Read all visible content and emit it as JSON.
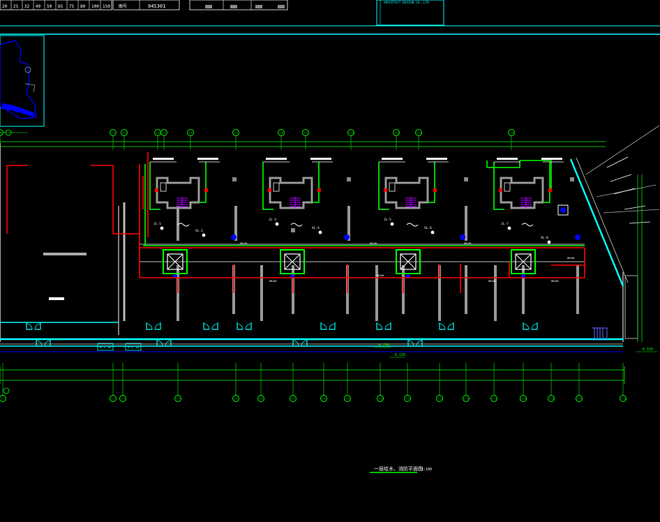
{
  "title_block": {
    "pipe_sizes": [
      "20",
      "25",
      "32",
      "40",
      "50",
      "65",
      "75",
      "80",
      "100",
      "150"
    ],
    "drawing_no_label": "图号",
    "drawing_no": "04S301",
    "firm": "ARCHITECT DESIGN CO.,LTD"
  },
  "axes": {
    "top": [
      "1-1",
      "1-2",
      "1-3",
      "1-4",
      "1-5",
      "1-6",
      "1-7",
      "1-8",
      "1-9",
      "1-10",
      "1-11",
      "1-12",
      "1-13"
    ],
    "bottom": [
      "1-1",
      "1-2",
      "1-3",
      "1-4",
      "1-5",
      "1-6",
      "1-7",
      "1-8",
      "1-9",
      "1-10",
      "1-11",
      "1-12",
      "1-13",
      "1-14",
      "1-15",
      "1-16",
      "1-17",
      "1-18"
    ]
  },
  "risers": [
    "JL-1",
    "XL-2",
    "JL-3",
    "XL-4",
    "JL-5",
    "XL-6",
    "JL-7",
    "XL-8"
  ],
  "pipe_label": "DN100",
  "levels": [
    "-0.150",
    "-0.150",
    "-0.150"
  ],
  "door_tags": [
    "M-1 10",
    "M-1 10"
  ],
  "caption": {
    "title": "一层给水、消防平面图",
    "scale": "1:100"
  }
}
